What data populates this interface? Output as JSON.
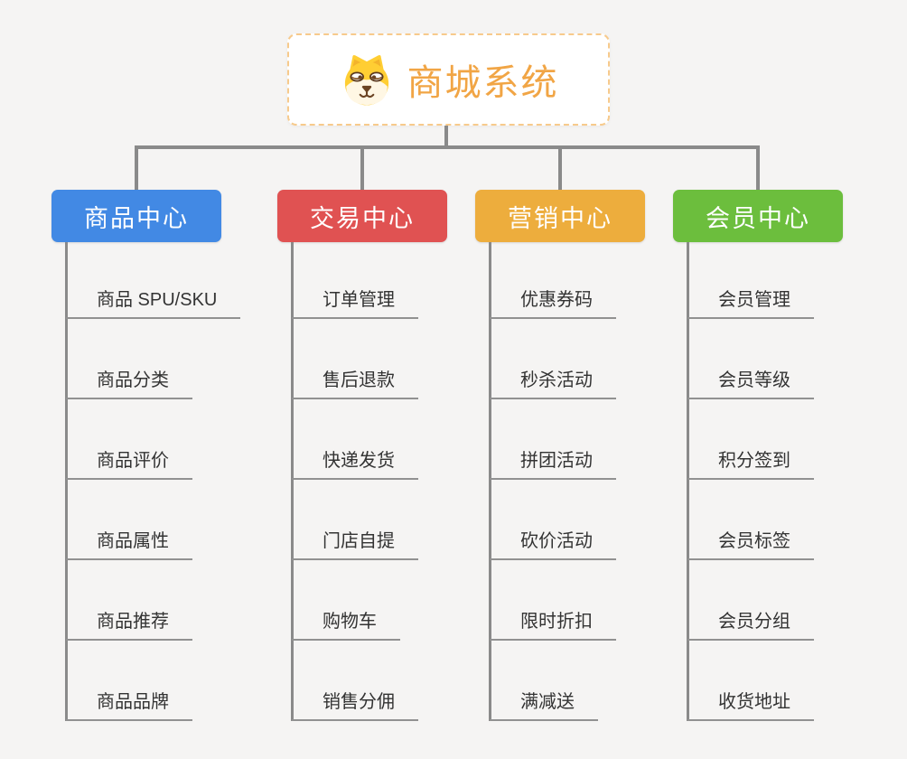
{
  "root": {
    "title": "商城系统",
    "icon": "dog-face-icon"
  },
  "branches": [
    {
      "label": "商品中心",
      "color": "#4289E4",
      "children": [
        "商品 SPU/SKU",
        "商品分类",
        "商品评价",
        "商品属性",
        "商品推荐",
        "商品品牌"
      ]
    },
    {
      "label": "交易中心",
      "color": "#E05252",
      "children": [
        "订单管理",
        "售后退款",
        "快递发货",
        "门店自提",
        "购物车",
        "销售分佣"
      ]
    },
    {
      "label": "营销中心",
      "color": "#EDAD3D",
      "children": [
        "优惠券码",
        "秒杀活动",
        "拼团活动",
        "砍价活动",
        "限时折扣",
        "满减送"
      ]
    },
    {
      "label": "会员中心",
      "color": "#6CBE3D",
      "children": [
        "会员管理",
        "会员等级",
        "积分签到",
        "会员标签",
        "会员分组",
        "收货地址"
      ]
    }
  ],
  "colors": {
    "background": "#F5F4F3",
    "connector": "#8A8A8A",
    "leaf_underline": "#919191",
    "leaf_text": "#333333",
    "root_border": "#F7CA8C",
    "root_text": "#F1A545",
    "node_text": "#FFFFFF"
  }
}
